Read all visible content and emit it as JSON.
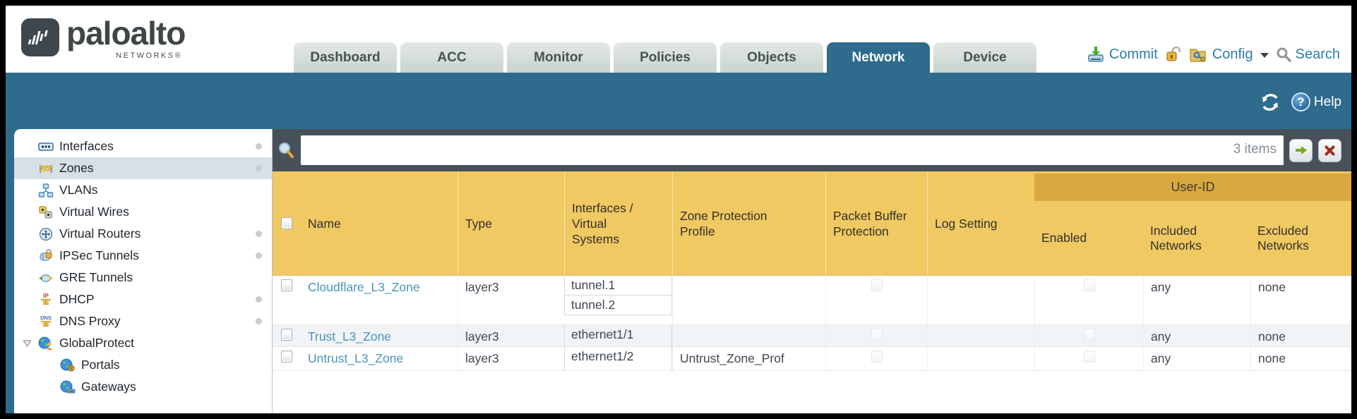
{
  "logo": {
    "brand": "paloalto",
    "sub": "NETWORKS®"
  },
  "header": {
    "tabs": [
      {
        "label": "Dashboard",
        "active": false
      },
      {
        "label": "ACC",
        "active": false
      },
      {
        "label": "Monitor",
        "active": false
      },
      {
        "label": "Policies",
        "active": false
      },
      {
        "label": "Objects",
        "active": false
      },
      {
        "label": "Network",
        "active": true
      },
      {
        "label": "Device",
        "active": false
      }
    ],
    "links": {
      "commit": "Commit",
      "config": "Config",
      "search": "Search"
    }
  },
  "toolbar": {
    "help": "Help"
  },
  "filter": {
    "value": "",
    "count": "3 items"
  },
  "sidebar": {
    "items": [
      {
        "label": "Interfaces",
        "icon": "interfaces-icon",
        "dot": true,
        "selected": false
      },
      {
        "label": "Zones",
        "icon": "zones-icon",
        "dot": true,
        "selected": true
      },
      {
        "label": "VLANs",
        "icon": "vlans-icon",
        "dot": false,
        "selected": false
      },
      {
        "label": "Virtual Wires",
        "icon": "virtual-wires-icon",
        "dot": false,
        "selected": false
      },
      {
        "label": "Virtual Routers",
        "icon": "virtual-routers-icon",
        "dot": true,
        "selected": false
      },
      {
        "label": "IPSec Tunnels",
        "icon": "ipsec-tunnels-icon",
        "dot": true,
        "selected": false
      },
      {
        "label": "GRE Tunnels",
        "icon": "gre-tunnels-icon",
        "dot": false,
        "selected": false
      },
      {
        "label": "DHCP",
        "icon": "dhcp-icon",
        "dot": true,
        "selected": false
      },
      {
        "label": "DNS Proxy",
        "icon": "dns-proxy-icon",
        "dot": true,
        "selected": false
      },
      {
        "label": "GlobalProtect",
        "icon": "globalprotect-icon",
        "dot": false,
        "selected": false,
        "expanded": true
      },
      {
        "label": "Portals",
        "icon": "portals-icon",
        "dot": false,
        "selected": false,
        "indent": 1
      },
      {
        "label": "Gateways",
        "icon": "gateways-icon",
        "dot": false,
        "selected": false,
        "indent": 1
      }
    ]
  },
  "table": {
    "group_header": "User-ID",
    "columns": [
      "Name",
      "Type",
      "Interfaces / Virtual Systems",
      "Zone Protection Profile",
      "Packet Buffer Protection",
      "Log Setting",
      "Enabled",
      "Included Networks",
      "Excluded Networks"
    ],
    "rows": [
      {
        "selected": false,
        "name": "Cloudflare_L3_Zone",
        "type": "layer3",
        "interfaces": [
          "tunnel.1",
          "tunnel.2"
        ],
        "zone_protection_profile": "",
        "packet_buffer_protection": false,
        "log_setting": "",
        "user_id_enabled": false,
        "included_networks": "any",
        "excluded_networks": "none"
      },
      {
        "selected": false,
        "name": "Trust_L3_Zone",
        "type": "layer3",
        "interfaces": [
          "ethernet1/1"
        ],
        "zone_protection_profile": "",
        "packet_buffer_protection": false,
        "log_setting": "",
        "user_id_enabled": false,
        "included_networks": "any",
        "excluded_networks": "none"
      },
      {
        "selected": false,
        "name": "Untrust_L3_Zone",
        "type": "layer3",
        "interfaces": [
          "ethernet1/2"
        ],
        "zone_protection_profile": "Untrust_Zone_Prof",
        "packet_buffer_protection": false,
        "log_setting": "",
        "user_id_enabled": false,
        "included_networks": "any",
        "excluded_networks": "none"
      }
    ]
  },
  "colors": {
    "teal": "#2e6b8c",
    "header_gold": "#f0c963",
    "group_gold": "#d9a83f",
    "filter_bar": "#485059",
    "link_blue": "#2e7dab",
    "row_link_blue": "#4a94ba"
  }
}
